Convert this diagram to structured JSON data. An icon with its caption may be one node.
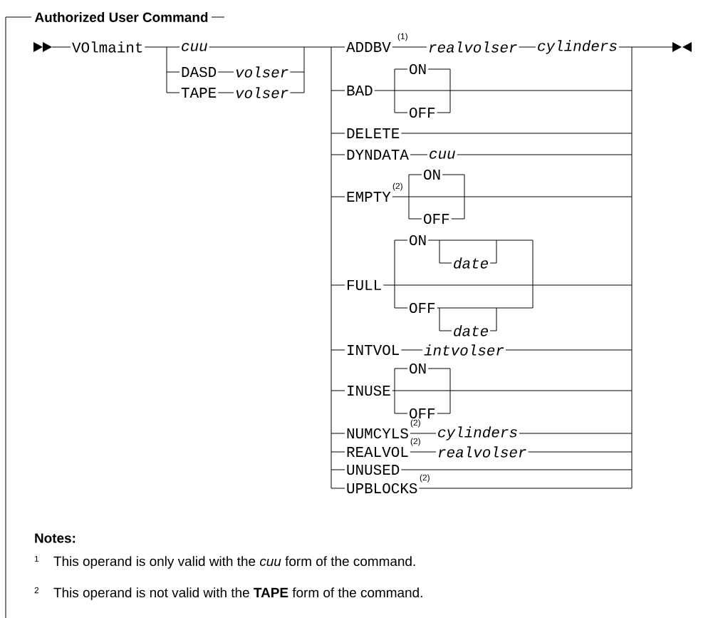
{
  "diagram": {
    "title": "Authorized User Command",
    "labels": [
      "VOlmaint",
      "cuu",
      "ADDBV",
      "(1)",
      "realvolser",
      "cylinders",
      "DASD",
      "volser",
      "TAPE",
      "volser",
      "ON",
      "BAD",
      "OFF",
      "DELETE",
      "DYNDATA",
      "cuu",
      "ON",
      "EMPTY",
      "(2)",
      "OFF",
      "ON",
      "date",
      "FULL",
      "OFF",
      "date",
      "INTVOL",
      "intvolser",
      "ON",
      "INUSE",
      "OFF",
      "NUMCYLS",
      "(2)",
      "cylinders",
      "REALVOL",
      "(2)",
      "realvolser",
      "UNUSED",
      "UPBLOCKS",
      "(2)",
      "Notes:",
      "1",
      "This operand is only valid with the *cuu* form of the command.",
      "2",
      "This operand is not valid with the **TAPE** form of the command."
    ]
  }
}
